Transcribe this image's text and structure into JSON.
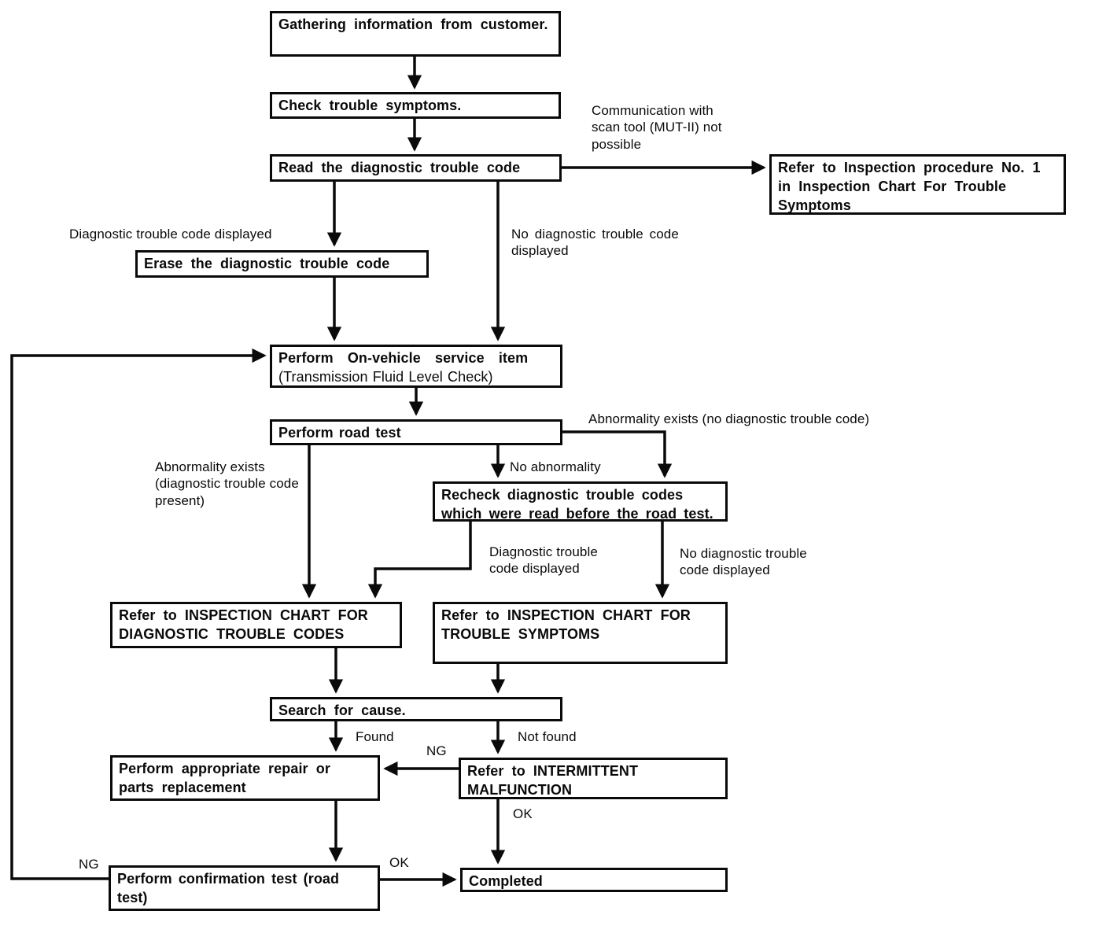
{
  "diagram": {
    "kind": "troubleshooting-flowchart",
    "colors": {
      "ink": "#0a0a0a",
      "paper": "#ffffff"
    },
    "nodes": {
      "gathering": "Gathering information from customer.",
      "check_symptoms": "Check trouble symptoms.",
      "read_code": "Read the diagnostic trouble code",
      "refer_procedure": "Refer to Inspection procedure No. 1 in Inspection Chart For Trouble Symptoms",
      "erase_code": "Erase the diagnostic trouble code",
      "on_vehicle_1": "Perform On-vehicle service item",
      "on_vehicle_2": "(Transmission Fluid Level Check)",
      "road_test": "Perform road test",
      "recheck_codes": "Recheck diagnostic trouble codes which were read before the road test.",
      "chart_dtc": "Refer to INSPECTION CHART FOR DIAGNOSTIC TROUBLE CODES",
      "chart_symptoms": "Refer to INSPECTION CHART FOR TROUBLE SYMPTOMS",
      "search_cause": "Search for cause.",
      "repair": "Perform appropriate repair or parts replacement",
      "intermittent": "Refer to INTERMITTENT MALFUNCTION",
      "confirmation_test": "Perform confirmation test (road test)",
      "completed": "Completed"
    },
    "labels": {
      "comm_with_scan_tool": "Communication with scan tool (MUT-II) not possible",
      "dtc_displayed_top": "Diagnostic trouble code displayed",
      "no_dtc_displayed_top": "No diagnostic trouble code displayed",
      "abnormality_no_dtc": "Abnormality exists (no diagnostic trouble code)",
      "abnormality_dtc_present": "Abnormality exists (diagnostic trouble code present)",
      "no_abnormality": "No abnormality",
      "dtc_displayed_mid": "Diagnostic trouble code displayed",
      "no_dtc_displayed_mid": "No diagnostic trouble code displayed",
      "found": "Found",
      "not_found": "Not found",
      "ng_intermittent": "NG",
      "ok_intermittent": "OK",
      "ng_confirmation": "NG",
      "ok_confirmation": "OK"
    }
  }
}
